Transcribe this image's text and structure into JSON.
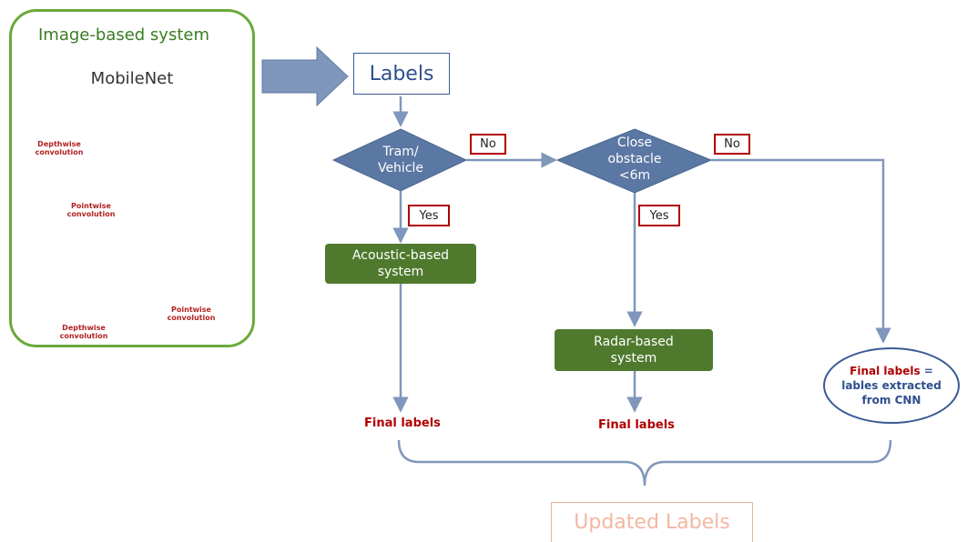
{
  "image_system": {
    "title": "Image-based system",
    "subtitle": "MobileNet",
    "mini_labels": {
      "depthwise": "Depthwise convolution",
      "pointwise": "Pointwise convolution",
      "depthwise_bottom": "Depthwise convolution",
      "pointwise_bottom": "Pointwise convolution"
    }
  },
  "flow": {
    "labels": "Labels",
    "decision_1": {
      "line1": "Tram/",
      "line2": "Vehicle"
    },
    "decision_2": {
      "line1": "Close",
      "line2": "obstacle",
      "line3": "<6m"
    },
    "no_1": "No",
    "no_2": "No",
    "yes_1": "Yes",
    "yes_2": "Yes",
    "acoustic": {
      "line1": "Acoustic-based",
      "line2": "system"
    },
    "radar": {
      "line1": "Radar-based",
      "line2": "system"
    },
    "final_1": "Final labels",
    "final_2": "Final labels",
    "final_cnn": {
      "bold_red": "Final labels",
      "eq": " =",
      "line2": "lables extracted",
      "line3": "from CNN"
    },
    "updated": "Updated Labels"
  },
  "colors": {
    "diamond_fill": "#5b77a3",
    "arrow": "#7f97bb",
    "green_box": "#4f7a2e",
    "panel_border": "#6aaa3a",
    "tag_border": "#b00000"
  }
}
